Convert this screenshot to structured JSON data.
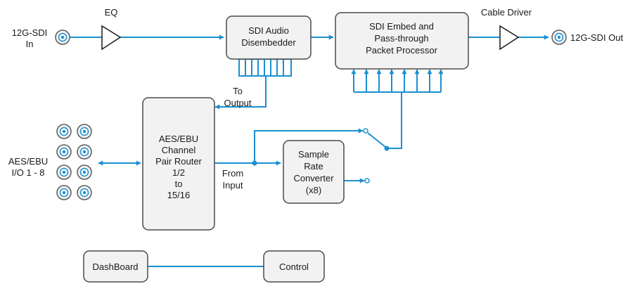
{
  "labels": {
    "eq": "EQ",
    "input_line1": "12G-SDI",
    "input_line2": "In",
    "cable_driver": "Cable Driver",
    "output": "12G-SDI Out",
    "disembedder_line1": "SDI Audio",
    "disembedder_line2": "Disembedder",
    "embed_line1": "SDI Embed and",
    "embed_line2": "Pass-through",
    "embed_line3": "Packet Processor",
    "to_output_line1": "To",
    "to_output_line2": "Output",
    "aes_io_line1": "AES/EBU",
    "aes_io_line2": "I/O 1 - 8",
    "router_line1": "AES/EBU",
    "router_line2": "Channel",
    "router_line3": "Pair Router",
    "router_line4": "1/2",
    "router_line5": "to",
    "router_line6": "15/16",
    "from_input_line1": "From",
    "from_input_line2": "Input",
    "src_line1": "Sample",
    "src_line2": "Rate",
    "src_line3": "Converter",
    "src_line4": "(x8)",
    "dashboard": "DashBoard",
    "control": "Control"
  },
  "colors": {
    "wire": "#1b8fd0",
    "box_fill": "#f2f2f2",
    "box_stroke": "#4a4a4a"
  },
  "icons": {
    "connector": "bnc-connector-icon",
    "amplifier": "amplifier-triangle-icon",
    "switch": "switch-icon"
  }
}
